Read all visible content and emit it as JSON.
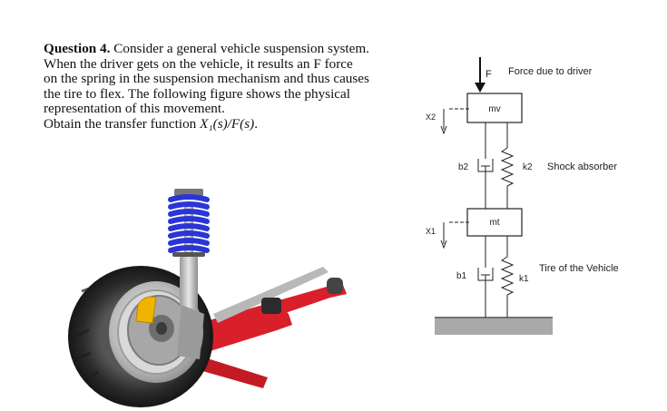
{
  "question": {
    "title": "Question 4.",
    "line1": " Consider a general vehicle suspension system.",
    "line2": "When the driver gets on the vehicle, it results an F force",
    "line3": "on the spring in the suspension mechanism and thus causes",
    "line4": "the tire to flex. The following figure shows the physical",
    "line5": "representation of this movement.",
    "line6_prefix": "Obtain the transfer function ",
    "line6_math": "X₁(s)/F(s)",
    "line6_suffix": "."
  },
  "diagram": {
    "force_symbol": "F",
    "force_label": "Force due to driver",
    "mass_top": "mv",
    "mass_bottom": "mt",
    "x2_label": "X2",
    "x1_label": "X1",
    "b2_label": "b2",
    "b1_label": "b1",
    "k2_label": "k2",
    "k1_label": "k1",
    "shock_label": "Shock absorber",
    "tire_label": "Tire of the Vehicle"
  },
  "colors": {
    "text": "#111111",
    "ground": "#a9a9a9",
    "tire": "#2a2a2a",
    "spring_coil": "#2b35d6",
    "control_arm": "#d81f2a",
    "brake_caliper": "#f0b400"
  }
}
